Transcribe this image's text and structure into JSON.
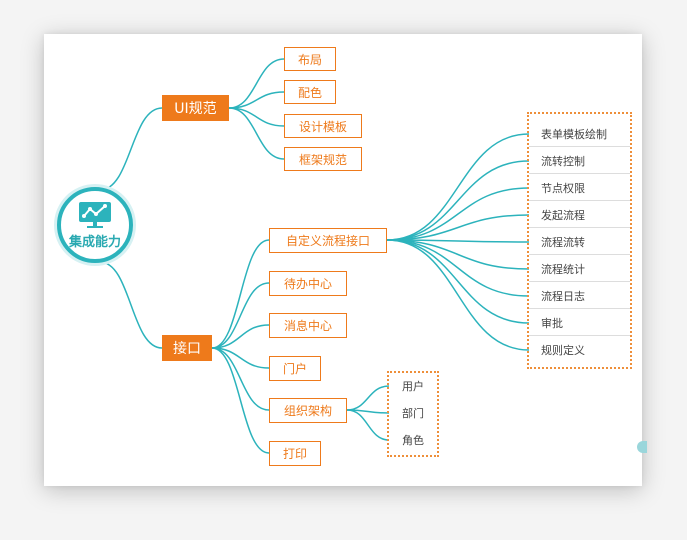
{
  "root": {
    "label": "集成能力",
    "icon": "chart-monitor-icon"
  },
  "branches": [
    {
      "label": "UI规范",
      "children": [
        {
          "label": "布局"
        },
        {
          "label": "配色"
        },
        {
          "label": "设计模板"
        },
        {
          "label": "框架规范"
        }
      ]
    },
    {
      "label": "接口",
      "children": [
        {
          "label": "自定义流程接口",
          "children": [
            {
              "label": "表单模板绘制"
            },
            {
              "label": "流转控制"
            },
            {
              "label": "节点权限"
            },
            {
              "label": "发起流程"
            },
            {
              "label": "流程流转"
            },
            {
              "label": "流程统计"
            },
            {
              "label": "流程日志"
            },
            {
              "label": "审批"
            },
            {
              "label": "规则定义"
            }
          ]
        },
        {
          "label": "待办中心"
        },
        {
          "label": "消息中心"
        },
        {
          "label": "门户"
        },
        {
          "label": "组织架构",
          "children": [
            {
              "label": "用户"
            },
            {
              "label": "部门"
            },
            {
              "label": "角色"
            }
          ]
        },
        {
          "label": "打印"
        }
      ]
    }
  ],
  "colors": {
    "teal": "#2cb3bc",
    "orange": "#ee7a1b"
  }
}
